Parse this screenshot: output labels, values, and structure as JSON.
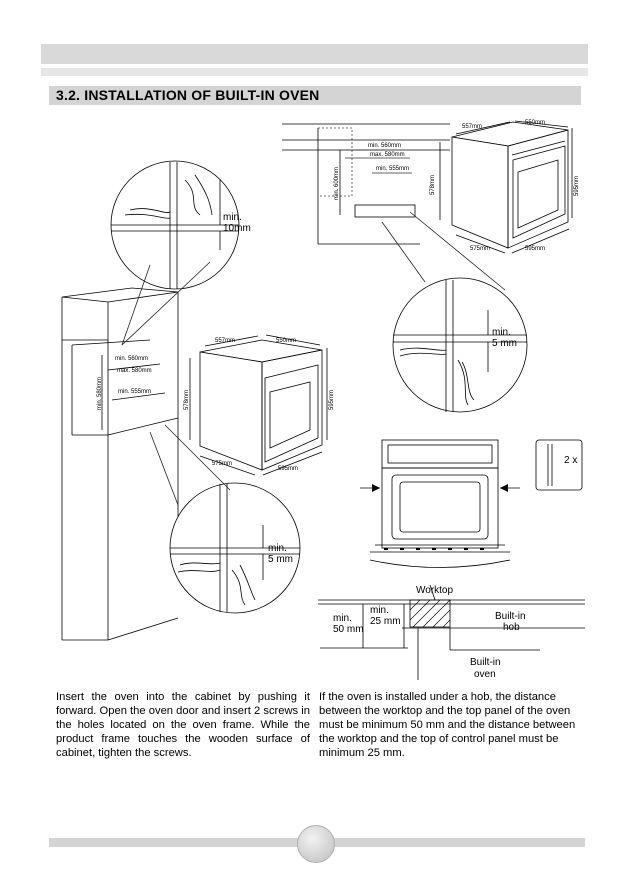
{
  "section": {
    "title": "3.2. INSTALLATION OF BUILT-IN OVEN"
  },
  "labels": {
    "min10": "min.",
    "mm10": "10mm",
    "min5a": "min.",
    "mm5a": "5 mm",
    "min5b": "min.",
    "mm5b": "5 mm",
    "tl_557": "557mm",
    "tl_550": "550mm",
    "tl_578": "578mm",
    "tl_595": "595mm",
    "tl_575": "575mm",
    "tl_595b": "595mm",
    "tl_min560": "min. 560mm",
    "tl_max580": "max. 580mm",
    "tl_min555": "min. 555mm",
    "tl_min600": "min. 600mm",
    "ml_557": "557mm",
    "ml_550": "550mm",
    "ml_578": "578mm",
    "ml_595": "595mm",
    "ml_575": "575mm",
    "ml_595b": "595mm",
    "ml_min560": "min. 560mm",
    "ml_max580": "max. 580mm",
    "ml_min555": "min. 555mm",
    "ml_min580": "min. 580mm",
    "screws": "2 x",
    "worktop": "Worktop",
    "hob": "Built-in",
    "hob2": "hob",
    "oven": "Built-in",
    "oven2": "oven",
    "min50": "min.",
    "mm50": "50 mm",
    "min25": "min.",
    "mm25": "25 mm"
  },
  "text": {
    "left_paragraph": "Insert the oven into the cabinet by pushing it forward. Open the oven door and insert 2 screws in the holes located on the oven frame. While the product frame touches the wooden surface of cabinet, tighten the screws.",
    "right_paragraph": "If the oven is installed under a hob, the distance between the worktop and the top panel of the oven must be minimum 50 mm and the distance between the worktop and the top of control panel must be minimum 25 mm."
  }
}
